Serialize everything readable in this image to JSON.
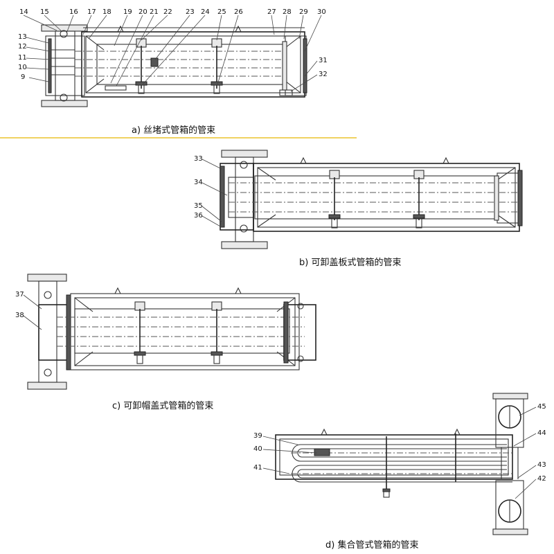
{
  "captions": {
    "a": "a) 丝堵式管箱的管束",
    "b": "b) 可卸盖板式管箱的管束",
    "c": "c) 可卸帽盖式管箱的管束",
    "d": "d) 集合管式管箱的管束"
  },
  "part_numbers": {
    "a": [
      "14",
      "15",
      "16",
      "17",
      "18",
      "19",
      "20",
      "21",
      "22",
      "23",
      "24",
      "25",
      "26",
      "27",
      "28",
      "29",
      "30",
      "13",
      "12",
      "11",
      "10",
      "9",
      "31",
      "32"
    ],
    "b": [
      "33",
      "34",
      "35",
      "36"
    ],
    "c": [
      "37",
      "38"
    ],
    "d": [
      "39",
      "40",
      "41",
      "42",
      "43",
      "44",
      "45"
    ]
  },
  "colors": {
    "line": "#333333",
    "separator": "#e6b800",
    "background": "#ffffff"
  }
}
